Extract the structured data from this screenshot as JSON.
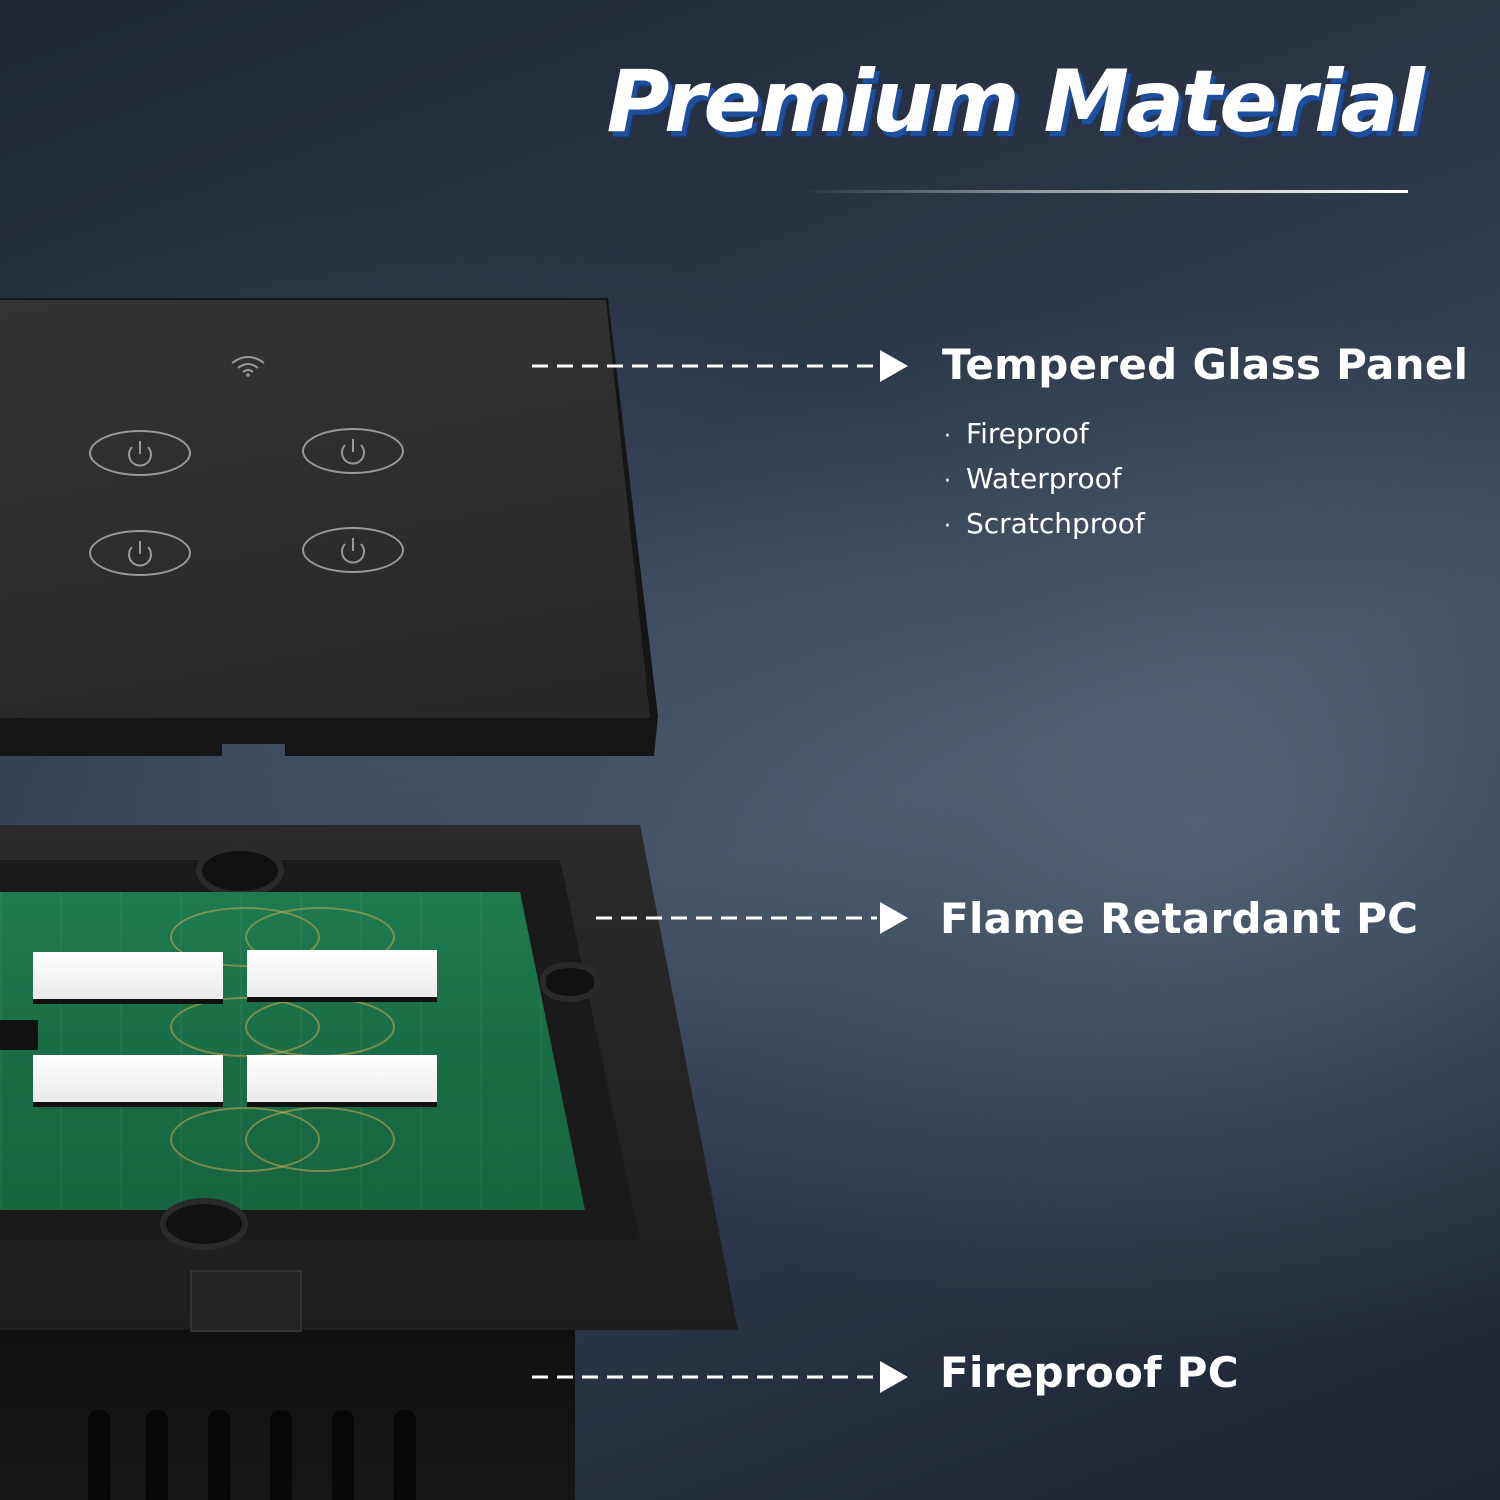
{
  "title": "Premium Material",
  "callouts": [
    {
      "label": "Tempered Glass Panel",
      "features": [
        "Fireproof",
        "Waterproof",
        "Scratchproof"
      ]
    },
    {
      "label": "Flame Retardant PC"
    },
    {
      "label": "Fireproof PC"
    }
  ],
  "bullet_glyph": "·",
  "colors": {
    "title_text": "#ffffff",
    "title_shadow": "#1f4f9c",
    "label_text": "#ffffff",
    "pcb_green": "#1a6d46",
    "panel_black": "#2c2c2c"
  },
  "icons": {
    "panel": "wifi-icon",
    "buttons": "power-icon"
  }
}
